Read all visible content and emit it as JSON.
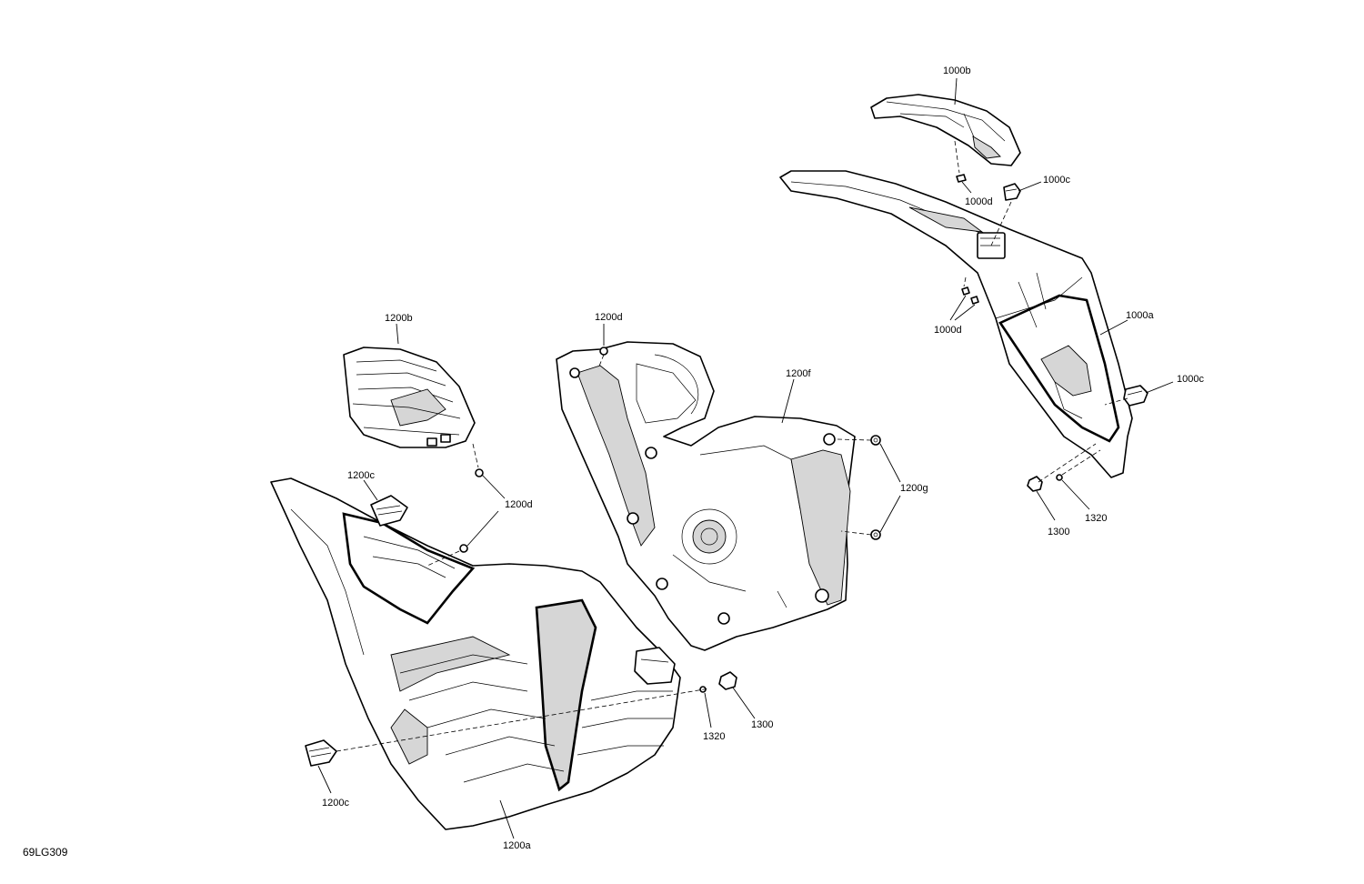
{
  "diagram_ref": "69LG309",
  "callouts": {
    "c1000b": "1000b",
    "c1000c_top": "1000c",
    "c1000d_top": "1000d",
    "c1000d_mid": "1000d",
    "c1000a": "1000a",
    "c1000c_right": "1000c",
    "c1300_right": "1300",
    "c1320_right": "1320",
    "c1200b": "1200b",
    "c1200d_top": "1200d",
    "c1200f": "1200f",
    "c1200c_top": "1200c",
    "c1200d_left": "1200d",
    "c1200g": "1200g",
    "c1320_bottom": "1320",
    "c1300_bottom": "1300",
    "c1200c_bottom": "1200c",
    "c1200a": "1200a"
  }
}
